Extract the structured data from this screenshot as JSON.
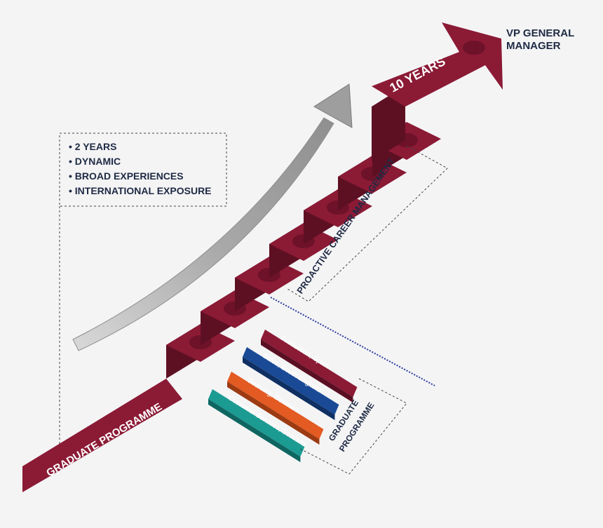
{
  "bullets": [
    "• 2 YEARS",
    "• DYNAMIC",
    "• BROAD EXPERIENCES",
    "• INTERNATIONAL EXPOSURE"
  ],
  "steps": {
    "start_label": "GRADUATE PROGRAMME",
    "end_label": "10 YEARS",
    "count": 7
  },
  "goal": {
    "line1": "VP GENERAL",
    "line2": "MANAGER"
  },
  "career_label": "PROACTIVE CAREER MANAGEMENT",
  "rotations": {
    "title_line1": "GRADUATE",
    "title_line2": "PROGRAMME",
    "items": [
      {
        "label": "Production, Spain",
        "color": "#8b1a35",
        "dark": "#5a0f22"
      },
      {
        "label": "Sales, South England",
        "color": "#1a4a96",
        "dark": "#0f2f62"
      },
      {
        "label": "Sourcing, Denmark",
        "color": "#e35a22",
        "dark": "#9c3a12"
      },
      {
        "label": "Customer Services, Scotland",
        "color": "#1c9b93",
        "dark": "#0f6661"
      }
    ]
  },
  "colors": {
    "staircase_top": "#8b1a35",
    "staircase_riser": "#5e1023",
    "arrow": "#b5b5b5",
    "text_dark": "#1f2a44",
    "guide_line": "#2a3a9c"
  }
}
